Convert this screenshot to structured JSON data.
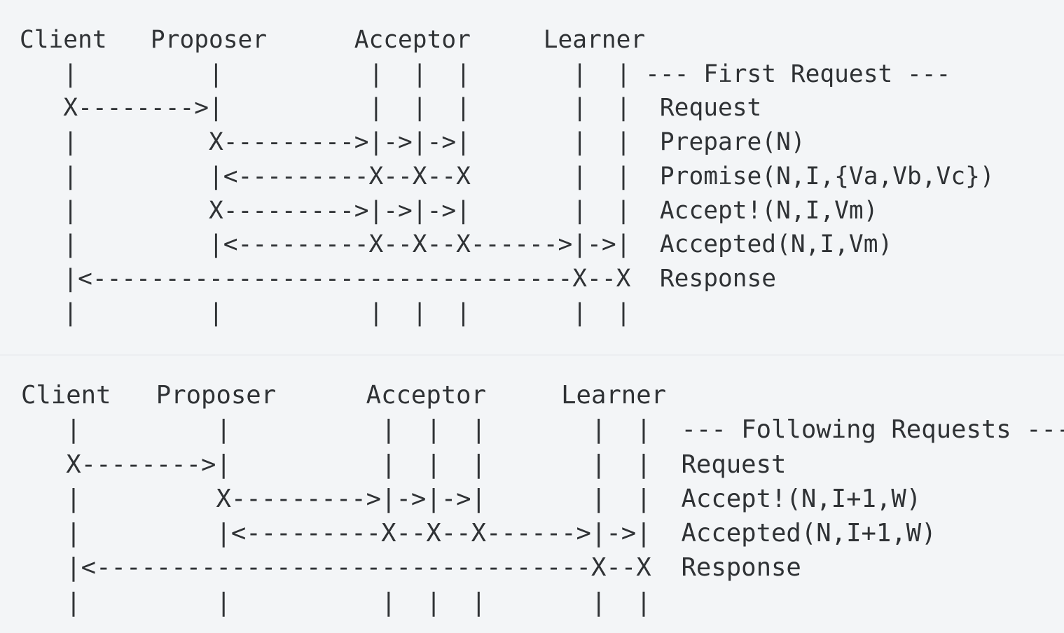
{
  "first_request": {
    "lines": [
      "Client   Proposer      Acceptor     Learner",
      "   |         |          |  |  |       |  | --- First Request ---",
      "   X-------->|          |  |  |       |  |  Request",
      "   |         X--------->|->|->|       |  |  Prepare(N)",
      "   |         |<---------X--X--X       |  |  Promise(N,I,{Va,Vb,Vc})",
      "   |         X--------->|->|->|       |  |  Accept!(N,I,Vm)",
      "   |         |<---------X--X--X------>|->|  Accepted(N,I,Vm)",
      "   |<---------------------------------X--X  Response",
      "   |         |          |  |  |       |  |"
    ]
  },
  "following_requests": {
    "lines": [
      "Client   Proposer      Acceptor     Learner",
      "   |         |          |  |  |       |  |  --- Following Requests ---",
      "   X-------->|          |  |  |       |  |  Request",
      "   |         X--------->|->|->|       |  |  Accept!(N,I+1,W)",
      "   |         |<---------X--X--X------>|->|  Accepted(N,I+1,W)",
      "   |<---------------------------------X--X  Response",
      "   |         |          |  |  |       |  |"
    ]
  }
}
